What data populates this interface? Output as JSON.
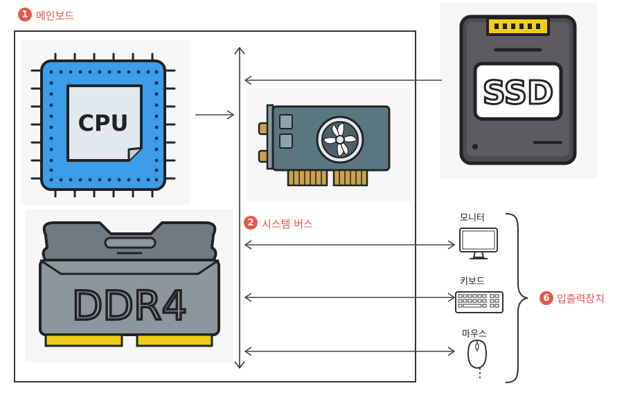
{
  "motherboard": {
    "number": "1",
    "label": "메인보드"
  },
  "cpu": {
    "label": "CPU"
  },
  "ram": {
    "label": "DDR4"
  },
  "ssd": {
    "label": "SSD"
  },
  "system_bus": {
    "number": "2",
    "label": "시스템 버스"
  },
  "io_devices": {
    "number": "6",
    "label": "입출력장치",
    "items": [
      {
        "label": "모니터",
        "icon": "monitor-icon"
      },
      {
        "label": "키보드",
        "icon": "keyboard-icon"
      },
      {
        "label": "마우스",
        "icon": "mouse-icon"
      }
    ],
    "more": "⋮"
  },
  "colors": {
    "accent": "#e8564a",
    "cpu_blue": "#3d9de8",
    "ram_gray": "#6f7a82",
    "ssd_dark": "#4d4a50",
    "gpu_green": "#5c7680"
  }
}
